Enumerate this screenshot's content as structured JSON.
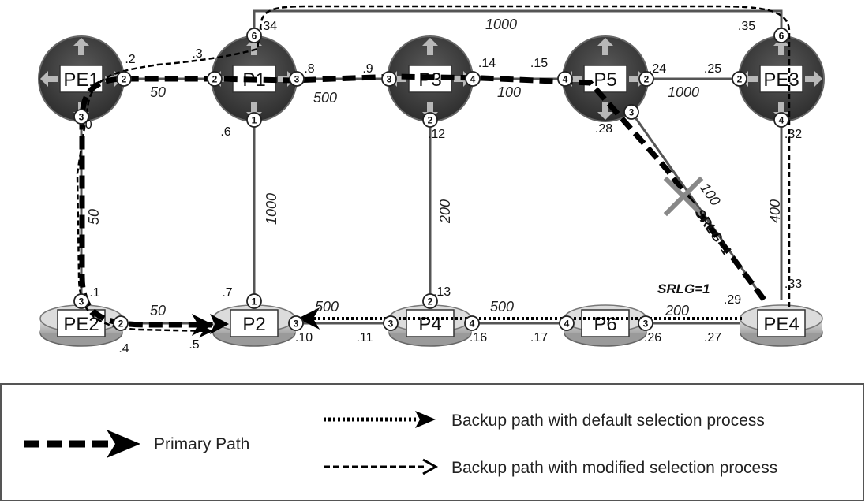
{
  "routers": [
    {
      "id": "PE1",
      "label": "PE1",
      "type": "core"
    },
    {
      "id": "P1",
      "label": "P1",
      "type": "core"
    },
    {
      "id": "P3",
      "label": "P3",
      "type": "core"
    },
    {
      "id": "P5",
      "label": "P5",
      "type": "core"
    },
    {
      "id": "PE3",
      "label": "PE3",
      "type": "core"
    },
    {
      "id": "PE2",
      "label": "PE2",
      "type": "edge"
    },
    {
      "id": "P2",
      "label": "P2",
      "type": "edge"
    },
    {
      "id": "P4",
      "label": "P4",
      "type": "edge"
    },
    {
      "id": "P6",
      "label": "P6",
      "type": "edge"
    },
    {
      "id": "PE4",
      "label": "PE4",
      "type": "edge"
    }
  ],
  "ports": [
    "2",
    "3",
    "2",
    "3",
    "1",
    "6",
    "3",
    "4",
    "2",
    "4",
    "2",
    "3",
    "2",
    "6",
    "4",
    "3",
    "1",
    "2",
    "3",
    "3",
    "4",
    "2",
    "4",
    "3"
  ],
  "addresses": [
    ".2",
    ".3",
    ".34",
    ".8",
    ".9",
    ".14",
    ".15",
    ".24",
    ".25",
    ".35",
    ".0",
    ".6",
    ".12",
    ".28",
    ".32",
    ".1",
    ".7",
    ".13",
    ".33",
    ".29",
    ".4",
    ".5",
    ".10",
    ".11",
    ".16",
    ".17",
    ".26",
    ".27"
  ],
  "metrics": [
    {
      "label": "1000"
    },
    {
      "label": "50"
    },
    {
      "label": "500"
    },
    {
      "label": "100"
    },
    {
      "label": "1000"
    },
    {
      "label": "50"
    },
    {
      "label": "1000"
    },
    {
      "label": "200"
    },
    {
      "label": "100"
    },
    {
      "label": "400"
    },
    {
      "label": "50"
    },
    {
      "label": "500"
    },
    {
      "label": "500"
    },
    {
      "label": "200"
    }
  ],
  "srlg_labels": [
    "SRLG=1",
    "SRLG=1"
  ],
  "legend": {
    "primary": "Primary Path",
    "backup_default": "Backup path with default selection process",
    "backup_modified": "Backup path with modified selection process"
  }
}
